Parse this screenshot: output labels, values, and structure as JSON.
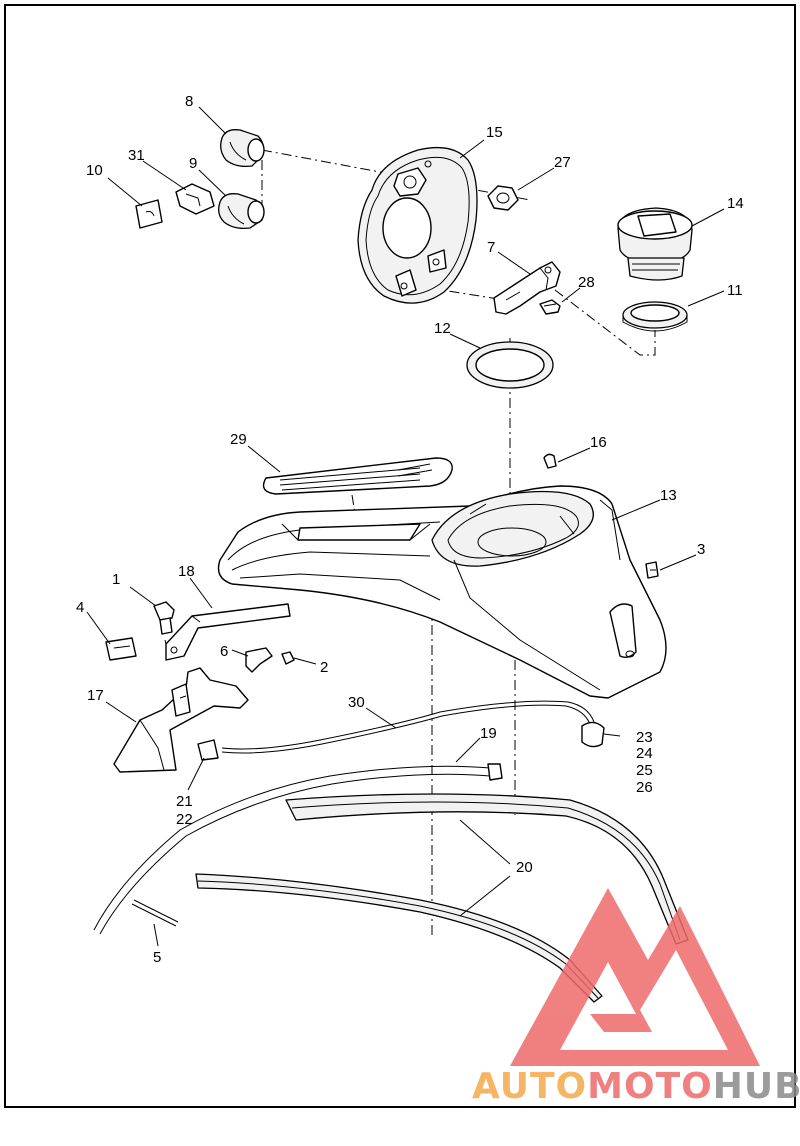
{
  "callouts": [
    {
      "id": "1",
      "label": "1"
    },
    {
      "id": "2",
      "label": "2"
    },
    {
      "id": "3",
      "label": "3"
    },
    {
      "id": "4",
      "label": "4"
    },
    {
      "id": "5",
      "label": "5"
    },
    {
      "id": "6",
      "label": "6"
    },
    {
      "id": "7",
      "label": "7"
    },
    {
      "id": "8",
      "label": "8"
    },
    {
      "id": "9",
      "label": "9"
    },
    {
      "id": "10",
      "label": "10"
    },
    {
      "id": "11",
      "label": "11"
    },
    {
      "id": "12",
      "label": "12"
    },
    {
      "id": "13",
      "label": "13"
    },
    {
      "id": "14",
      "label": "14"
    },
    {
      "id": "15",
      "label": "15"
    },
    {
      "id": "16",
      "label": "16"
    },
    {
      "id": "17",
      "label": "17"
    },
    {
      "id": "18",
      "label": "18"
    },
    {
      "id": "19",
      "label": "19"
    },
    {
      "id": "20",
      "label": "20"
    },
    {
      "id": "21",
      "label": "21"
    },
    {
      "id": "22",
      "label": "22"
    },
    {
      "id": "23",
      "label": "23"
    },
    {
      "id": "24",
      "label": "24"
    },
    {
      "id": "25",
      "label": "25"
    },
    {
      "id": "26",
      "label": "26"
    },
    {
      "id": "27",
      "label": "27"
    },
    {
      "id": "28",
      "label": "28"
    },
    {
      "id": "29",
      "label": "29"
    },
    {
      "id": "30",
      "label": "30"
    },
    {
      "id": "31",
      "label": "31"
    }
  ],
  "watermark": {
    "part1": "AUTO",
    "part2": "MOTO",
    "part3": "HUB",
    "color_red": "#ee6a6a",
    "color_orange": "#f4a94a",
    "color_gray": "#8a8a8a"
  }
}
